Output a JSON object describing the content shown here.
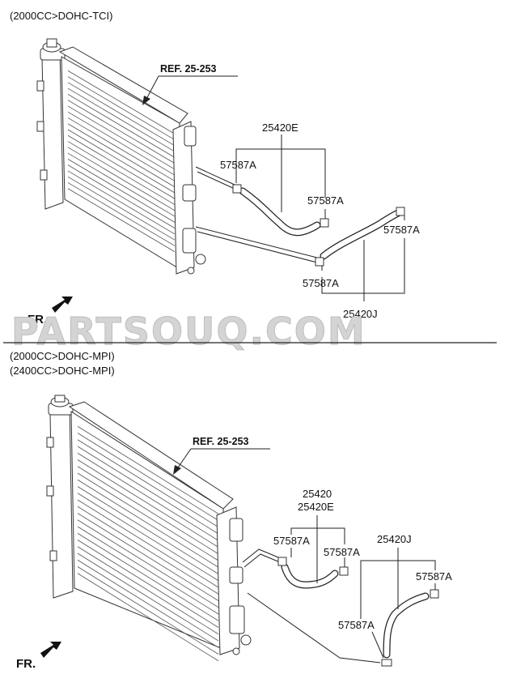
{
  "watermark": "PARTSOUQ.COM",
  "top": {
    "engine": "(2000CC>DOHC-TCI)",
    "ref": "REF. 25-253",
    "hose_e": "25420E",
    "hose_j": "25420J",
    "clamps": [
      "57587A",
      "57587A",
      "57587A",
      "57587A"
    ],
    "fr": "FR."
  },
  "bottom": {
    "engine_1": "(2000CC>DOHC-MPI)",
    "engine_2": "(2400CC>DOHC-MPI)",
    "ref": "REF. 25-253",
    "hose": "25420",
    "hose_e": "25420E",
    "hose_j": "25420J",
    "clamps": [
      "57587A",
      "57587A",
      "57587A",
      "57587A"
    ],
    "fr": "FR."
  }
}
